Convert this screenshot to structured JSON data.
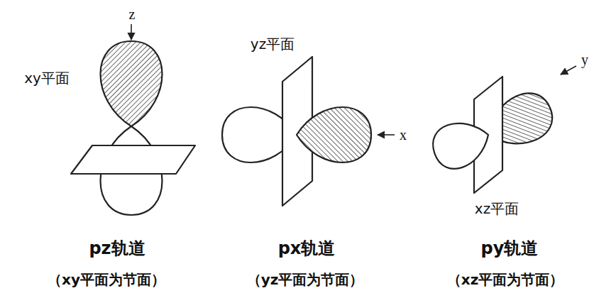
{
  "diagram": {
    "labels": [
      "z",
      "xy平面",
      "yz平面",
      "x",
      "y",
      "xz平面",
      "pz轨道",
      "px轨道",
      "py轨道",
      "（xy平面为节面）",
      "（yz平面为节面）",
      "（xz平面为节面）"
    ]
  }
}
